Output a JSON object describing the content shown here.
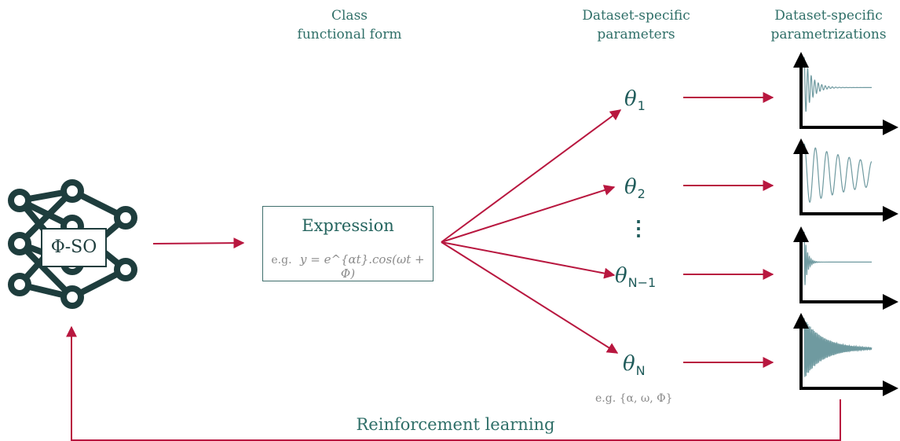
{
  "headers": {
    "class_form": [
      "Class",
      "functional form"
    ],
    "params": [
      "Dataset-specific",
      "parameters"
    ],
    "parametrizations": [
      "Dataset-specific",
      "parametrizations"
    ]
  },
  "agent_label": "Φ-SO",
  "expression": {
    "title": "Expression",
    "example_prefix": "e.g.",
    "example_formula": "y = e^{αt}.cos(ωt + Φ)"
  },
  "thetas": [
    {
      "base": "θ",
      "sub": "1"
    },
    {
      "base": "θ",
      "sub": "2"
    },
    {
      "base": "θ",
      "sub": "N−1"
    },
    {
      "base": "θ",
      "sub": "N"
    }
  ],
  "ellipsis": "⋮",
  "params_example": "e.g. {α, ω, Φ}",
  "rl_label": "Reinforcement learning",
  "plots": [
    {
      "decay": 9,
      "freq": 3.2,
      "note": "fast damped oscillation"
    },
    {
      "decay": 0.9,
      "freq": 1.0,
      "note": "slowly damped oscillation"
    },
    {
      "decay": 22,
      "freq": 6.5,
      "note": "very fast damped"
    },
    {
      "decay": 3.5,
      "freq": 9.0,
      "note": "high frequency damped"
    }
  ],
  "colors": {
    "arrow": "#b8173f",
    "network": "#1e3d3d",
    "text_teal": "#2f6f68",
    "signal": "#6f9aa0",
    "axis": "#000000"
  }
}
